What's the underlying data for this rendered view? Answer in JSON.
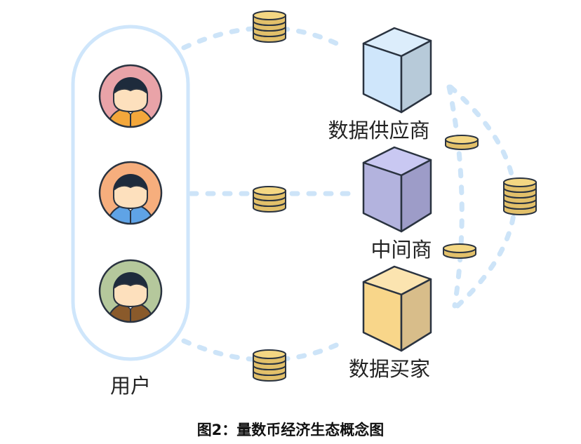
{
  "users_label": "用户",
  "nodes": {
    "supplier": "数据供应商",
    "middleman": "中间商",
    "buyer": "数据买家"
  },
  "caption": "图2：量数币经济生态概念图",
  "colors": {
    "dots": "#cde4f8",
    "pill": "#cfe6fb",
    "coin": "#f4d783",
    "outline": "#2a3340"
  }
}
